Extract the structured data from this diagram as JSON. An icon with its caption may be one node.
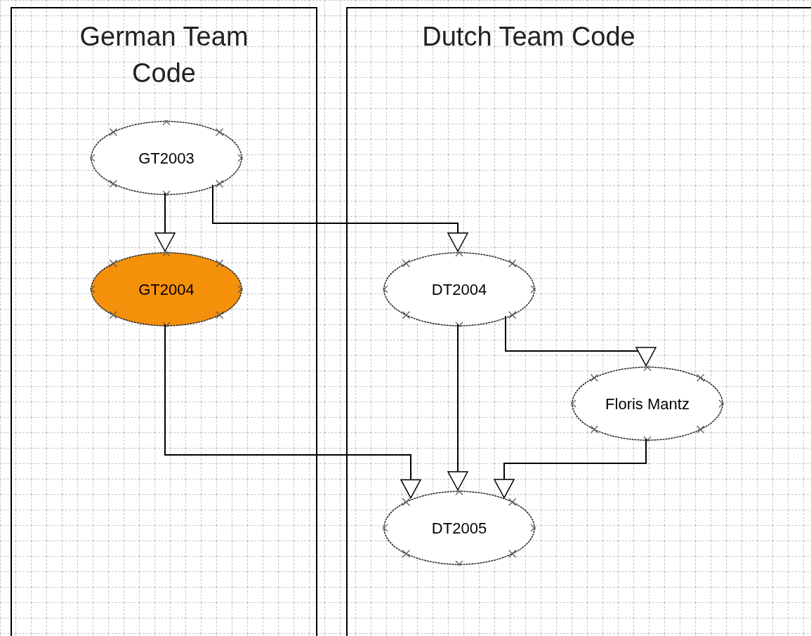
{
  "diagram": {
    "nodes": [
      {
        "text": [
          "German Team Code"
        ]
      },
      {
        "text": [
          "Dutch Team Code"
        ]
      },
      {
        "text": [
          "GT2003"
        ],
        "in": 0
      },
      {
        "text": [
          "GT2004"
        ],
        "in": 0
      },
      {
        "text": [
          "DT2004"
        ],
        "in": 1
      },
      {
        "text": [
          "Floris Mantz"
        ],
        "in": 1
      },
      {
        "text": [
          "DT2005"
        ],
        "in": 1
      }
    ],
    "edges": [
      {
        "from": 2,
        "to": 3,
        "arrow": "to"
      },
      {
        "from": 2,
        "to": 4,
        "arrow": "to"
      },
      {
        "from": 4,
        "to": 5,
        "arrow": "to"
      },
      {
        "from": 4,
        "to": 6,
        "arrow": "to"
      },
      {
        "from": 3,
        "to": 6,
        "arrow": "to"
      },
      {
        "from": 5,
        "to": 6,
        "arrow": "to"
      }
    ]
  }
}
